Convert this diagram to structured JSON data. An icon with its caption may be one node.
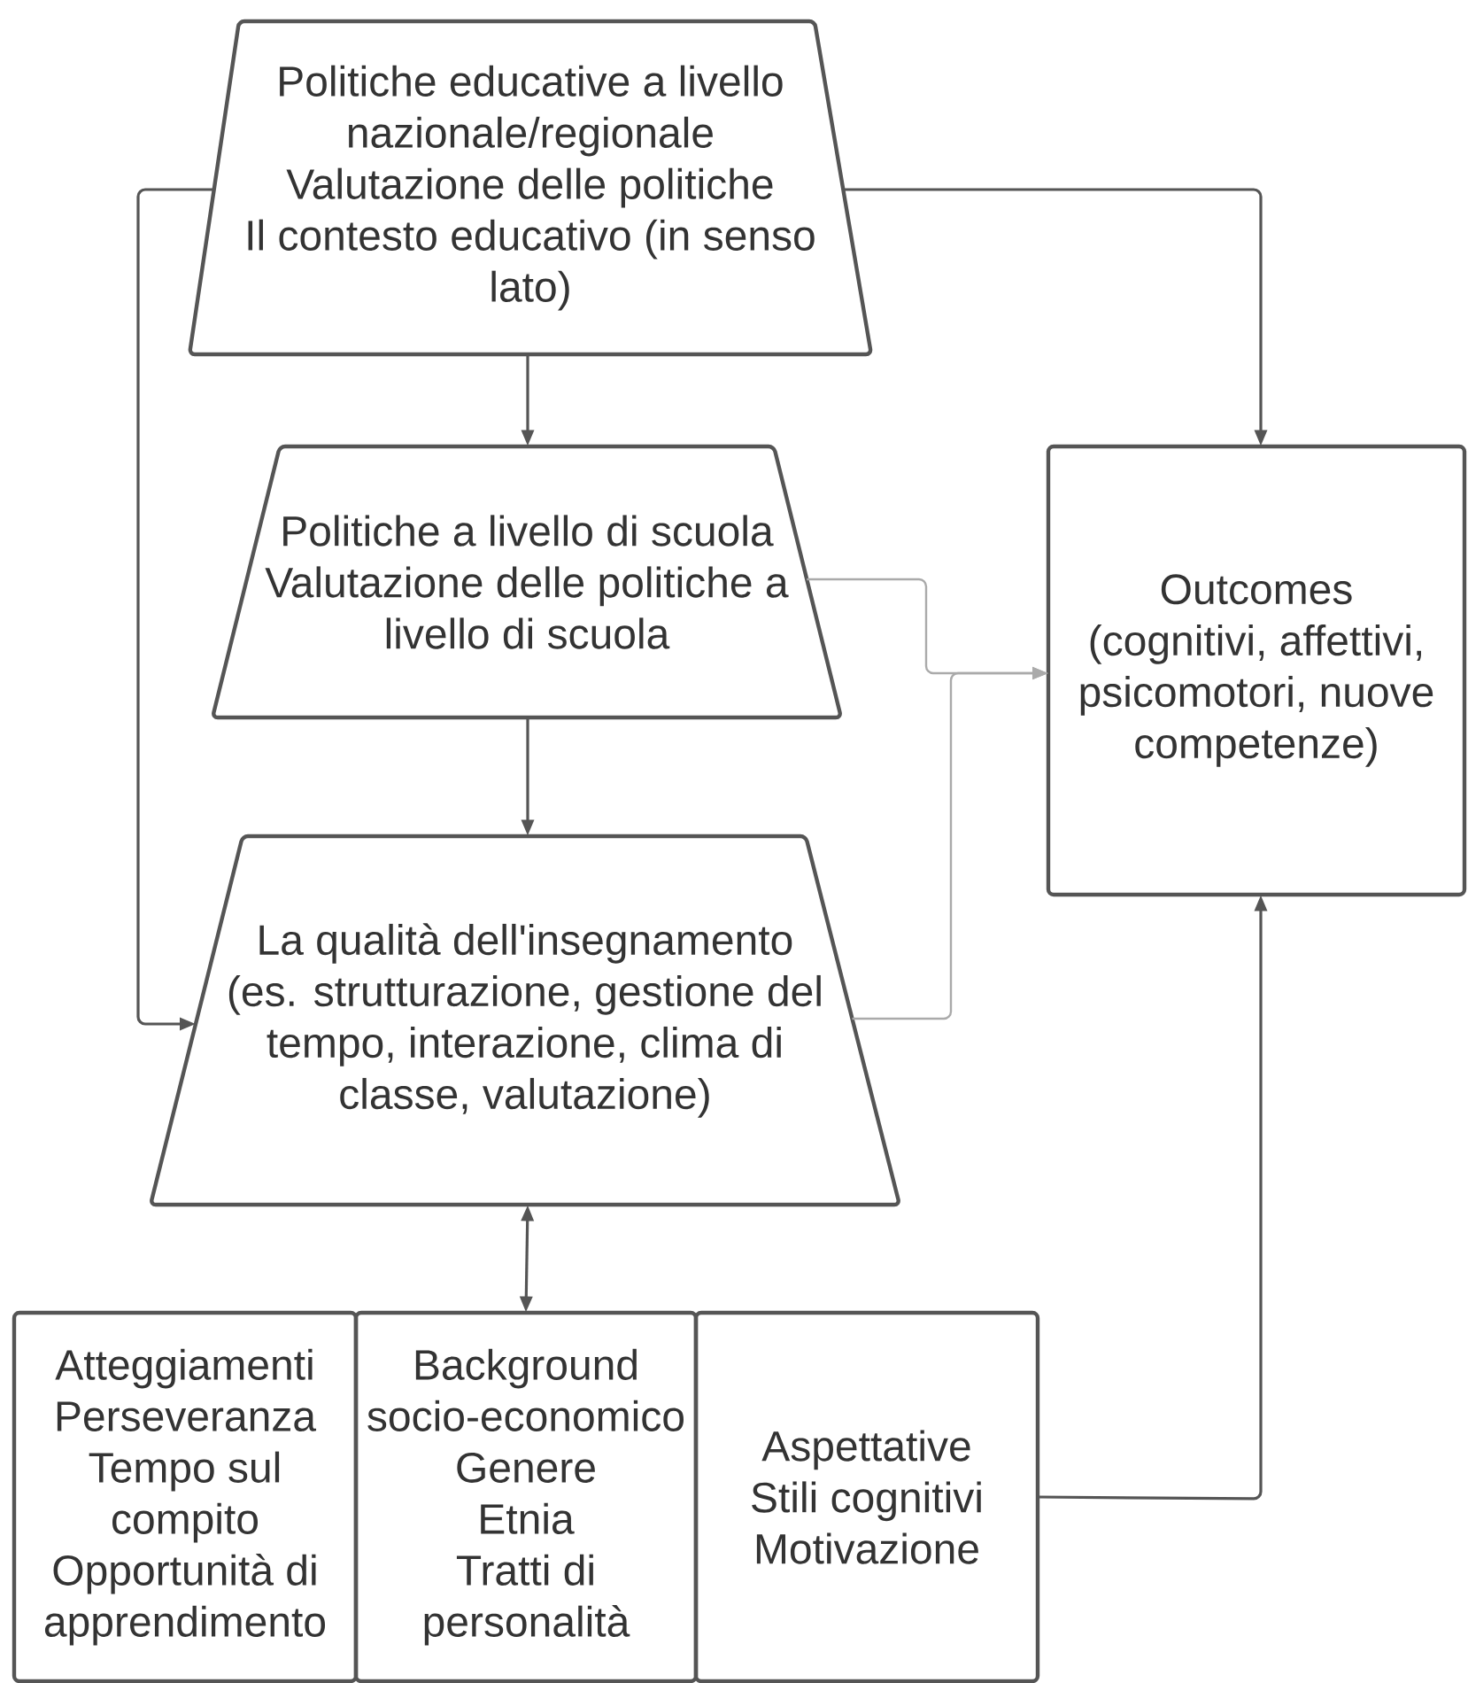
{
  "diagram": {
    "nodes": [
      {
        "text": [
          "Politiche educative a livello nazionale/regionale",
          "Valutazione delle politiche",
          "Il contesto educativo (in senso lato)"
        ]
      },
      {
        "text": [
          "Politiche a livello di scuola",
          "Valutazione delle politiche a livello di scuola"
        ]
      },
      {
        "text": [
          "La qualità dell'insegnamento",
          "(es. strutturazione, gestione del tempo, interazione, clima di classe, valutazione)"
        ]
      },
      {
        "text": [
          "Outcomes",
          "(cognitivi, affettivi, psicomotori, nuove competenze)"
        ]
      },
      {
        "text": [
          "Atteggiamenti",
          "Perseveranza",
          "Tempo sul compito",
          "Opportunità di apprendimento"
        ]
      },
      {
        "text": [
          "Background socio-economico",
          "Genere",
          "Etnia",
          "Tratti di personalità"
        ]
      },
      {
        "text": [
          "Aspettative",
          "Stili cognitivi",
          "Motivazione"
        ]
      }
    ],
    "edges": [
      {
        "from": 0,
        "to": 1,
        "arrow": "to"
      },
      {
        "from": 1,
        "to": 2,
        "arrow": "to"
      },
      {
        "from": 0,
        "to": 2,
        "arrow": "to"
      },
      {
        "from": 0,
        "to": 3,
        "arrow": "to"
      },
      {
        "from": 1,
        "to": 3,
        "arrow": "to",
        "color": "#aaaaaa"
      },
      {
        "from": 2,
        "to": 3,
        "arrow": "to",
        "color": "#aaaaaa"
      },
      {
        "from": 2,
        "to": 5,
        "arrow": "both"
      },
      {
        "from": 6,
        "to": 3,
        "arrow": "to"
      }
    ]
  }
}
